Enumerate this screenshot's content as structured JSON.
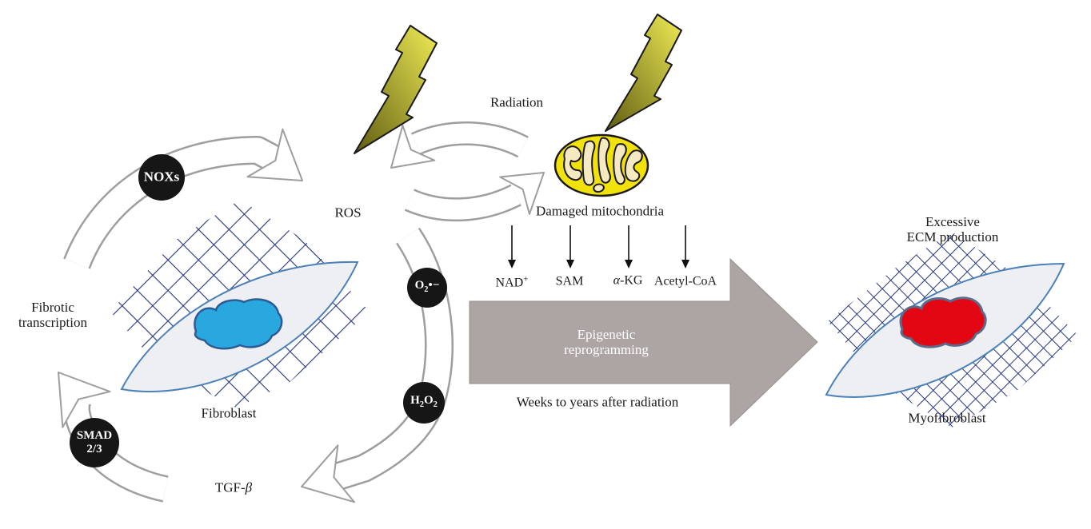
{
  "labels": {
    "radiation": "Radiation",
    "ros": "ROS",
    "damaged_mitochondria": "Damaged mitochondria",
    "nad": {
      "base": "NAD",
      "plus": "+"
    },
    "sam": "SAM",
    "akg": {
      "alpha": "α",
      "rest": "-KG"
    },
    "acetyl_coa": "Acetyl-CoA",
    "epigenetic": {
      "line1": "Epigenetic",
      "line2": "reprogramming"
    },
    "weeks": "Weeks to years after radiation",
    "fibrotic": {
      "line1": "Fibrotic",
      "line2": "transcription"
    },
    "fibroblast": "Fibroblast",
    "tgf": {
      "base": "TGF-",
      "beta": "β"
    },
    "excessive": {
      "line1": "Excessive",
      "line2": "ECM production"
    },
    "myofibroblast": "Myofibroblast",
    "noxs": "NOXs",
    "superoxide": {
      "o": "O",
      "two": "2",
      "radical": "•",
      "minus": "−"
    },
    "h2o2": {
      "h": "H",
      "two_a": "2",
      "o": "O",
      "two_b": "2"
    },
    "smad": {
      "line1": "SMAD",
      "line2": "2/3"
    }
  },
  "colors": {
    "text": "#1a1a1a",
    "white": "#ffffff",
    "hatch_blue": "#28367d",
    "cell_fill": "#edeff2",
    "cell_stroke": "#4b80b8",
    "nucleus_blue": "#29a8df",
    "nucleus_blue_stroke": "#2f5b94",
    "nucleus_red": "#e30613",
    "nucleus_red_stroke": "#5a6b8c",
    "circle_black": "#161616",
    "band_gray": "#9e9e9e",
    "big_arrow_gray": "#aca5a3",
    "big_arrow_edge": "#968f8d",
    "lightning_light": "#f0ec55",
    "lightning_dark": "#5f5c12",
    "lightning_outline": "#1a1a1a",
    "mitochondria_yellow": "#f2e20c",
    "cristae_cream": "#f5e9c2",
    "small_arrow_black": "#111111"
  }
}
